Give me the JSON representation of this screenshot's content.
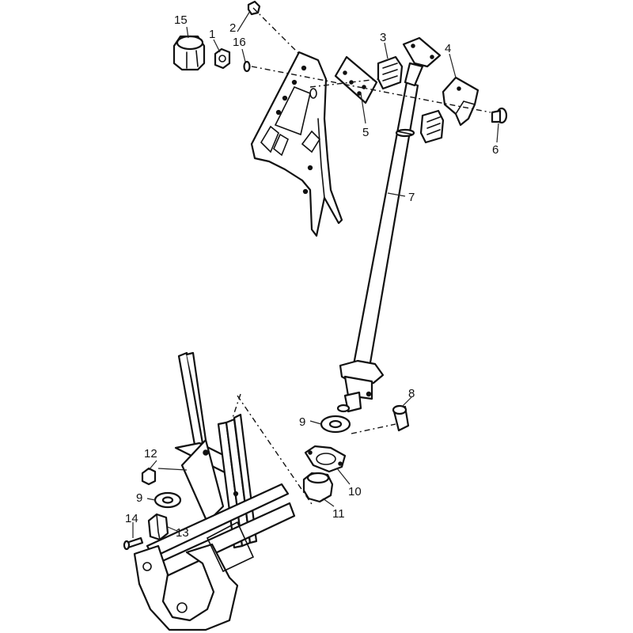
{
  "diagram": {
    "callouts": [
      {
        "id": "c15",
        "label": "15"
      },
      {
        "id": "c1",
        "label": "1"
      },
      {
        "id": "c2",
        "label": "2"
      },
      {
        "id": "c16",
        "label": "16"
      },
      {
        "id": "c3",
        "label": "3"
      },
      {
        "id": "c4",
        "label": "4"
      },
      {
        "id": "c5",
        "label": "5"
      },
      {
        "id": "c6",
        "label": "6"
      },
      {
        "id": "c7",
        "label": "7"
      },
      {
        "id": "c8",
        "label": "8"
      },
      {
        "id": "c9a",
        "label": "9"
      },
      {
        "id": "c10",
        "label": "10"
      },
      {
        "id": "c11",
        "label": "11"
      },
      {
        "id": "c12",
        "label": "12"
      },
      {
        "id": "c9b",
        "label": "9"
      },
      {
        "id": "c14",
        "label": "14"
      },
      {
        "id": "c13",
        "label": "13"
      }
    ]
  }
}
